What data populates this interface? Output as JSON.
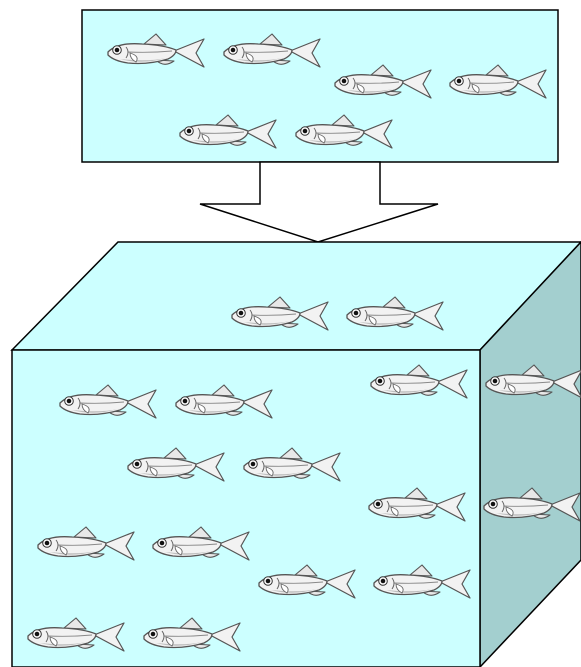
{
  "palette": {
    "water": "#ccffff",
    "side_face": "#a3cfcf",
    "outline": "#000000",
    "fish_body": "#f2f2f2",
    "fish_shade": "#bfbfbf",
    "fish_outline": "#555555",
    "background": "#ffffff"
  },
  "icons": {
    "fish": "fish-icon",
    "arrow": "arrow-down-icon"
  },
  "top_tank": {
    "fish_count": 6
  },
  "cube_tank": {
    "top_face_fish": 2,
    "front_face_fish": 12,
    "side_face_fish": 2
  }
}
